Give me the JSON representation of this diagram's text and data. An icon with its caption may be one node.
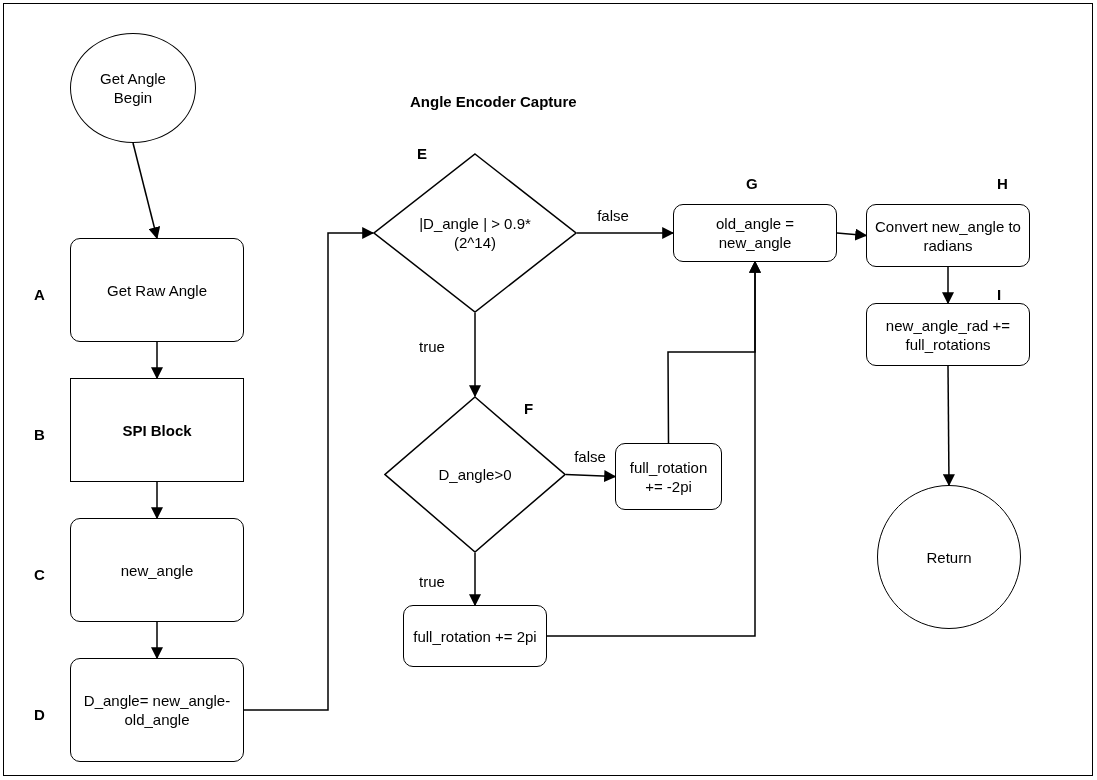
{
  "diagram": {
    "title": "Angle Encoder Capture",
    "nodes": [
      {
        "text": [
          "Get Angle Begin"
        ]
      },
      {
        "text": [
          "Get Raw Angle"
        ],
        "beside": [
          "A"
        ]
      },
      {
        "text": [
          "SPI Block"
        ],
        "beside": [
          "B"
        ]
      },
      {
        "text": [
          "new_angle"
        ],
        "beside": [
          "C"
        ]
      },
      {
        "text": [
          "D_angle= new_angle-old_angle"
        ],
        "beside": [
          "D"
        ]
      },
      {
        "text": [
          "|D_angle | > 0.9*(2^14)"
        ],
        "beside": [
          "E"
        ]
      },
      {
        "text": [
          "D_angle>0"
        ],
        "beside": [
          "F"
        ]
      },
      {
        "text": [
          "full_rotation += -2pi"
        ]
      },
      {
        "text": [
          "full_rotation += 2pi"
        ]
      },
      {
        "text": [
          "old_angle = new_angle"
        ],
        "beside": [
          "G"
        ]
      },
      {
        "text": [
          "Convert new_angle to radians"
        ],
        "beside": [
          "H"
        ]
      },
      {
        "text": [
          "new_angle_rad += full_rotations"
        ],
        "beside": [
          "I"
        ]
      },
      {
        "text": [
          "Return"
        ]
      }
    ],
    "edges": [
      {
        "from": 0,
        "to": 1,
        "arrow": "to"
      },
      {
        "from": 1,
        "to": 2,
        "arrow": "to"
      },
      {
        "from": 2,
        "to": 3,
        "arrow": "to"
      },
      {
        "from": 3,
        "to": 4,
        "arrow": "to"
      },
      {
        "from": 4,
        "to": 5,
        "arrow": "to"
      },
      {
        "from": 5,
        "to": 9,
        "arrow": "to",
        "label": "false"
      },
      {
        "from": 5,
        "to": 6,
        "arrow": "to",
        "label": "true"
      },
      {
        "from": 6,
        "to": 7,
        "arrow": "to",
        "label": "false"
      },
      {
        "from": 6,
        "to": 8,
        "arrow": "to",
        "label": "true"
      },
      {
        "from": 7,
        "to": 9,
        "arrow": "to"
      },
      {
        "from": 8,
        "to": 9,
        "arrow": "to"
      },
      {
        "from": 9,
        "to": 10,
        "arrow": "to"
      },
      {
        "from": 10,
        "to": 11,
        "arrow": "to"
      },
      {
        "from": 11,
        "to": 12,
        "arrow": "to"
      }
    ]
  }
}
